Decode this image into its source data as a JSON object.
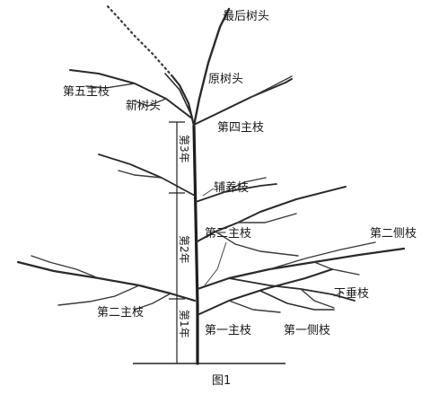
{
  "labels": {
    "final_leader": "最后树头",
    "original_leader": "原树头",
    "fifth_scaffold": "第五主枝",
    "new_leader": "新树头",
    "fourth_scaffold": "第四主枝",
    "year3": "第3年",
    "nurse_branch": "辅养枝",
    "third_scaffold": "第三主枝",
    "second_lateral": "第二侧枝",
    "year2": "第2年",
    "drooping_branch": "下垂枝",
    "second_scaffold": "第二主枝",
    "year1": "第1年",
    "first_scaffold": "第一主枝",
    "first_lateral": "第一侧枝"
  },
  "caption": "图1"
}
